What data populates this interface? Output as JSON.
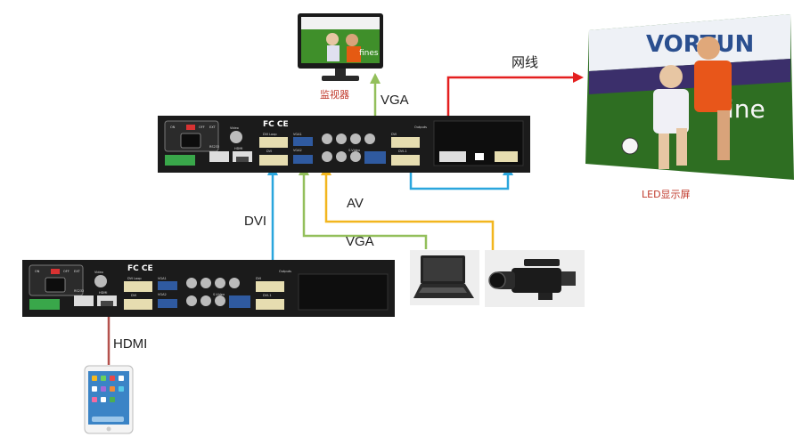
{
  "labels": {
    "network": "网线",
    "vga_top": "VGA",
    "dvi": "DVI",
    "av": "AV",
    "vga_bottom": "VGA",
    "hdmi": "HDMI"
  },
  "captions": {
    "monitor": "监视器",
    "led_screen": "LED显示屏"
  },
  "panel_text": {
    "brand": "FC CE",
    "video": "Video",
    "dvi_loop": "DVI Loop",
    "hdmi": "HDMI",
    "dvi": "DVI",
    "vga1": "VGA1",
    "vga2": "VGA2",
    "svideo": "S-Video",
    "rs232": "RS232",
    "outputs": "Outputs",
    "dvi1": "DVI-1",
    "on": "ON",
    "off": "OFF",
    "ext": "EXT"
  },
  "screen_text": {
    "banner": "VORTUN",
    "ad": "tine",
    "monitor_banner": "fines"
  },
  "colors": {
    "dvi": "#2aa6dd",
    "vga": "#93bf5b",
    "av": "#f2b61e",
    "hdmi": "#b5524d",
    "network": "#e41f1f",
    "caption": "#c0392b",
    "device": "#1b1b1b"
  }
}
